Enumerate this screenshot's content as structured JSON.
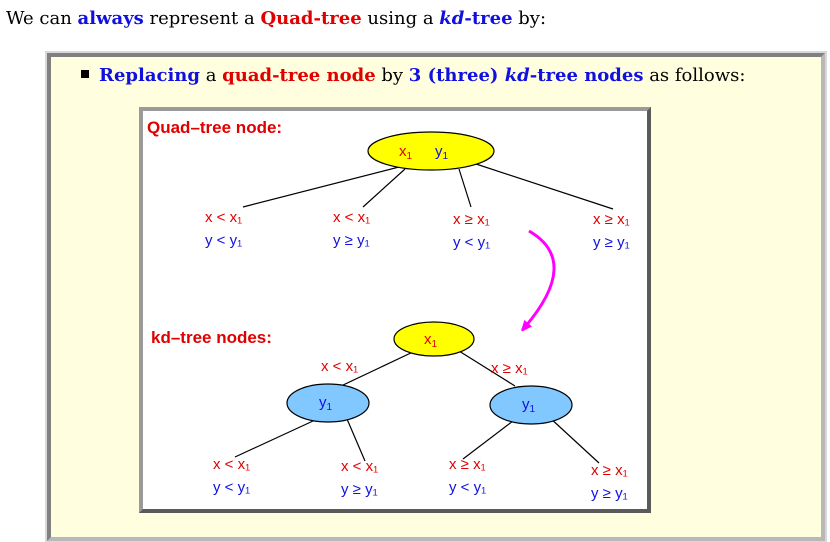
{
  "intro": {
    "part1": "We can ",
    "always": "always",
    "part2": " represent a ",
    "quadtree": "Quad-tree",
    "part3": " using a ",
    "kd": "kd",
    "tree": "-tree",
    "part4": " by:"
  },
  "bullet": {
    "replacing": "Replacing",
    "a": " a ",
    "quad_node": "quad-tree node",
    "by": " by ",
    "three": "3 (three) ",
    "kd": "kd",
    "tree_nodes": "-tree nodes",
    "as_follows": " as follows:"
  },
  "figure": {
    "quad_title": "Quad–tree node:",
    "kd_title": "kd–tree nodes:",
    "quad_root": {
      "x": "x",
      "x_sub": "1",
      "y": "y",
      "y_sub": "1"
    },
    "quad_branches": [
      {
        "line1": "x < x₁",
        "line2": "y < y₁"
      },
      {
        "line1": "x < x₁",
        "line2": "y ≥ y₁"
      },
      {
        "line1": "x ≥ x₁",
        "line2": "y < y₁"
      },
      {
        "line1": "x ≥ x₁",
        "line2": "y ≥ y₁"
      }
    ],
    "kd_root": {
      "x": "x",
      "sub": "1"
    },
    "kd_left": {
      "y": "y",
      "sub": "1"
    },
    "kd_right": {
      "y": "y",
      "sub": "1"
    },
    "kd_edge_left": "x < x₁",
    "kd_edge_right": "x ≥ x₁",
    "kd_leaves": [
      {
        "line1": "x < x₁",
        "line2": "y < y₁"
      },
      {
        "line1": "x < x₁",
        "line2": "y ≥ y₁"
      },
      {
        "line1": "x ≥ x₁",
        "line2": "y < y₁"
      },
      {
        "line1": "x ≥ x₁",
        "line2": "y ≥ y₁"
      }
    ],
    "colors": {
      "red": "#e00000",
      "blue": "#1010e0",
      "yellow": "#ffff00",
      "lightblue": "#80c8ff",
      "arrow": "#ff00ff"
    }
  }
}
